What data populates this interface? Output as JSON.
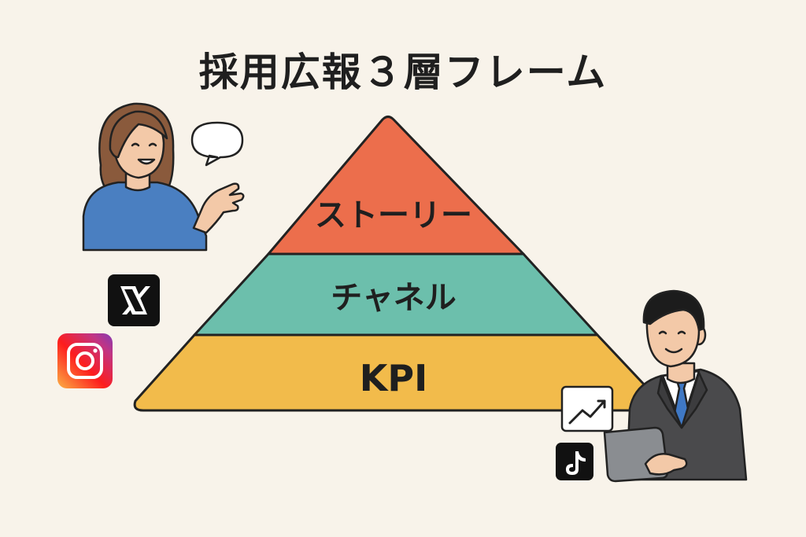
{
  "title": "採用広報３層フレーム",
  "pyramid": {
    "tiers": [
      {
        "label": "ストーリー",
        "color": "#ec6e4c"
      },
      {
        "label": "チャネル",
        "color": "#6cbfac"
      },
      {
        "label": "KPI",
        "color": "#f2bb4b"
      }
    ]
  },
  "icons": {
    "x": "x-logo-icon",
    "instagram": "instagram-icon",
    "tiktok": "tiktok-icon",
    "growth_chart": "growth-chart-icon",
    "speech_bubble": "speech-bubble-icon"
  },
  "colors": {
    "background": "#f8f3ea",
    "outline": "#222222",
    "woman_shirt": "#4a7fc1",
    "man_suit": "#4a4a4c",
    "tie": "#3f78c4"
  }
}
